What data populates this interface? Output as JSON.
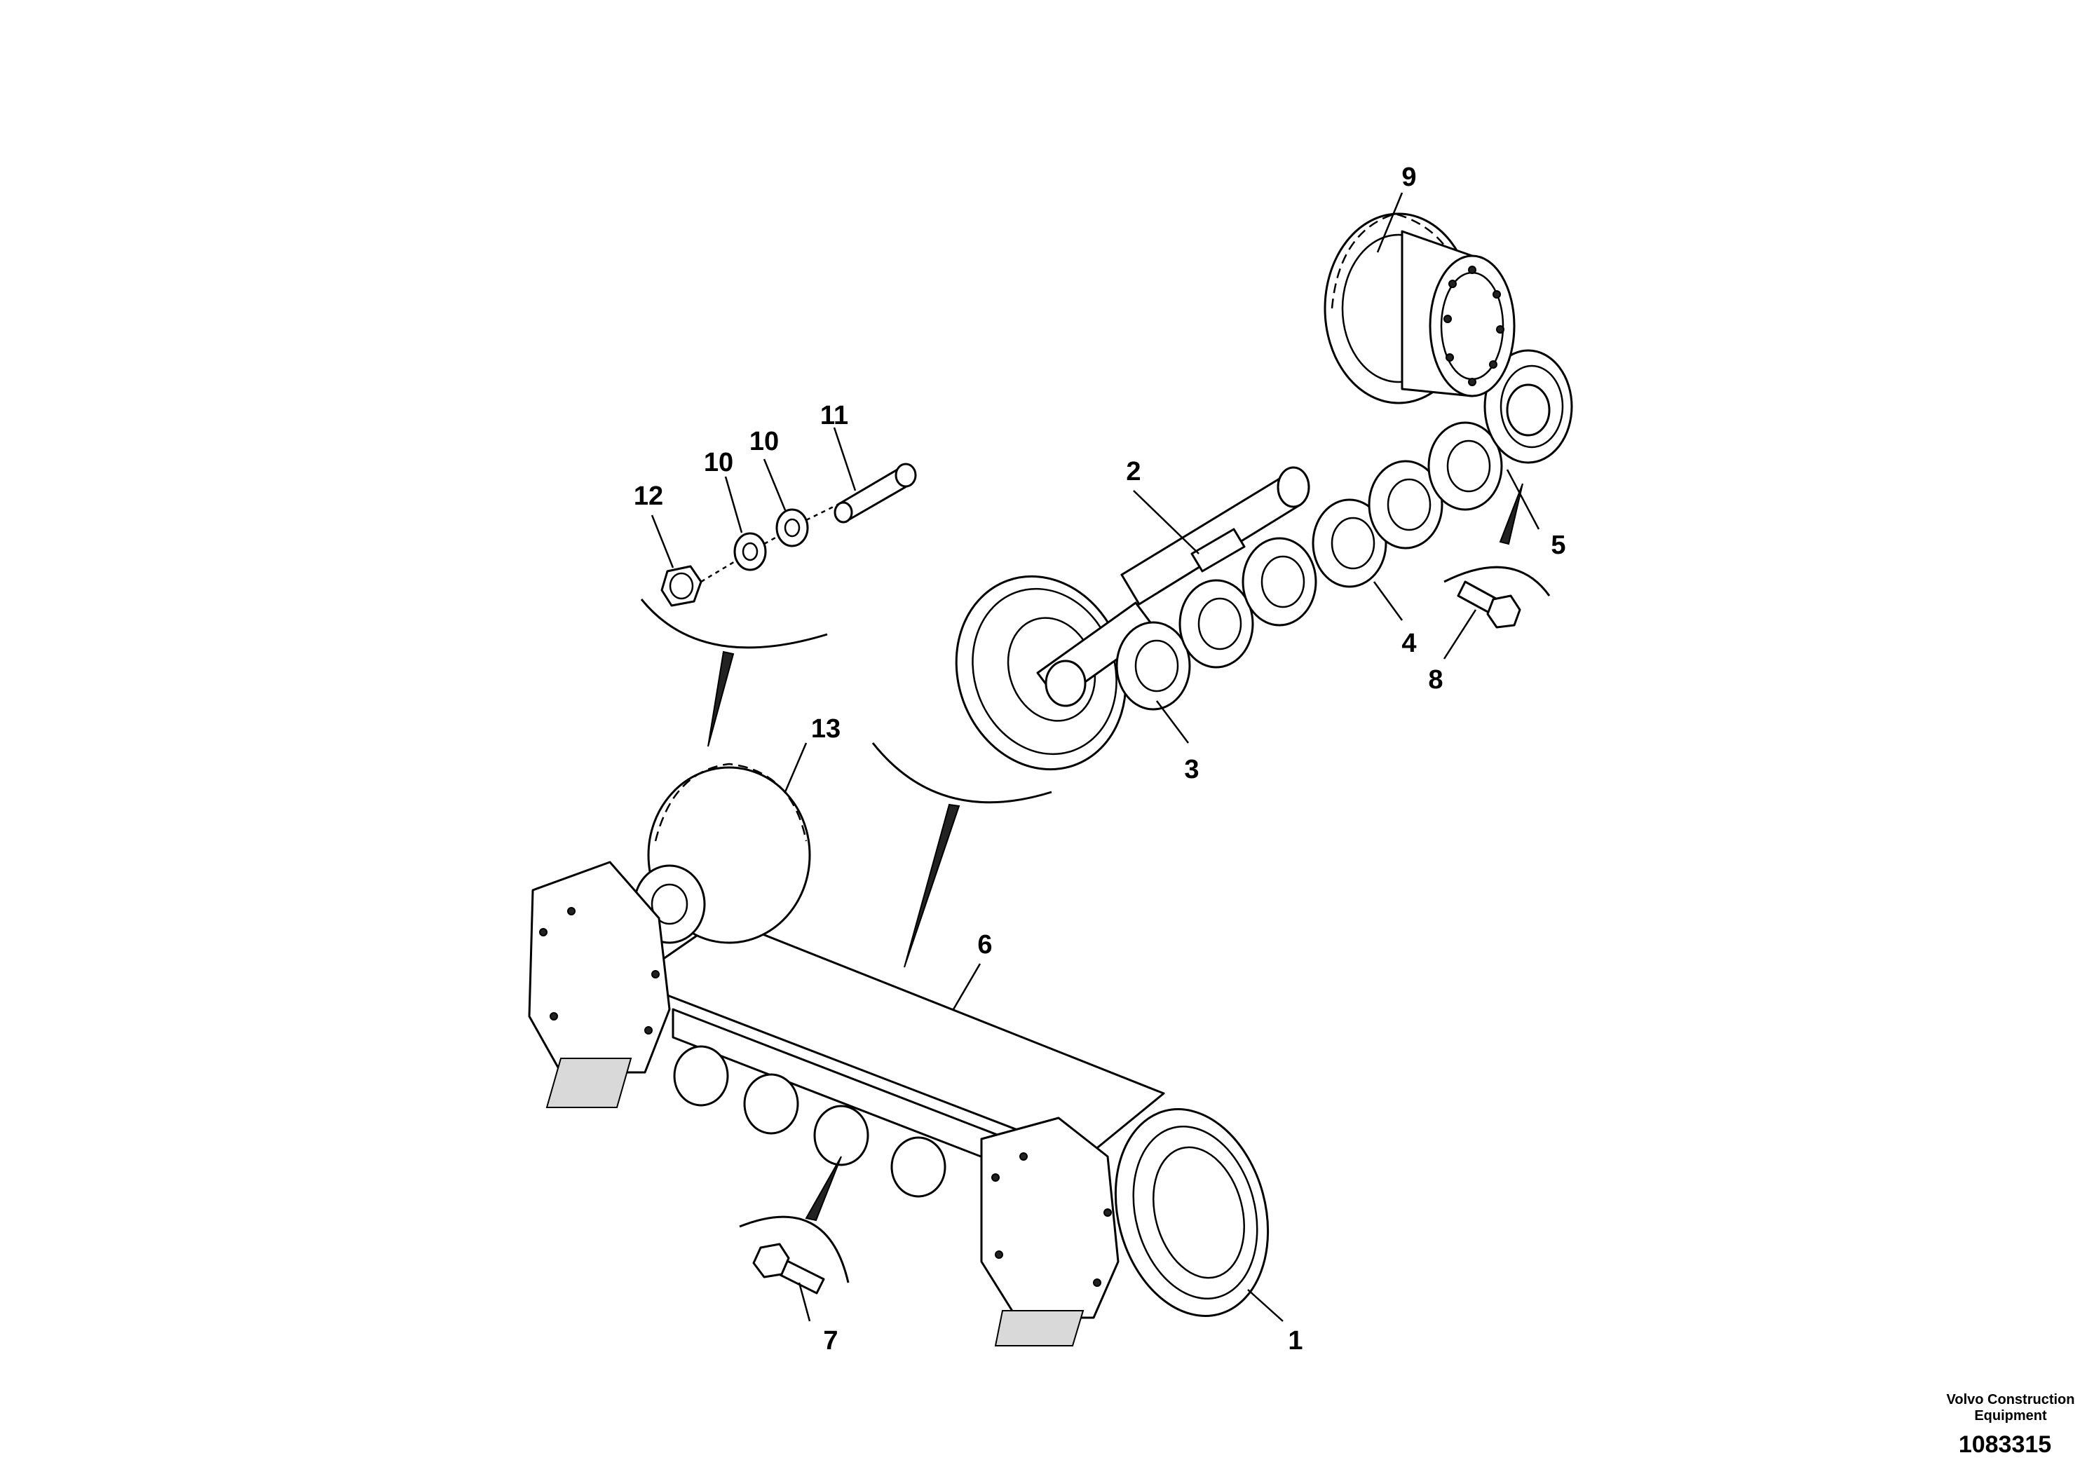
{
  "callouts": [
    "1",
    "2",
    "3",
    "4",
    "5",
    "6",
    "7",
    "8",
    "9",
    "10",
    "10",
    "11",
    "12",
    "13"
  ],
  "footer": {
    "company_line1": "Volvo Construction",
    "company_line2": "Equipment",
    "drawing_number": "1083315"
  }
}
